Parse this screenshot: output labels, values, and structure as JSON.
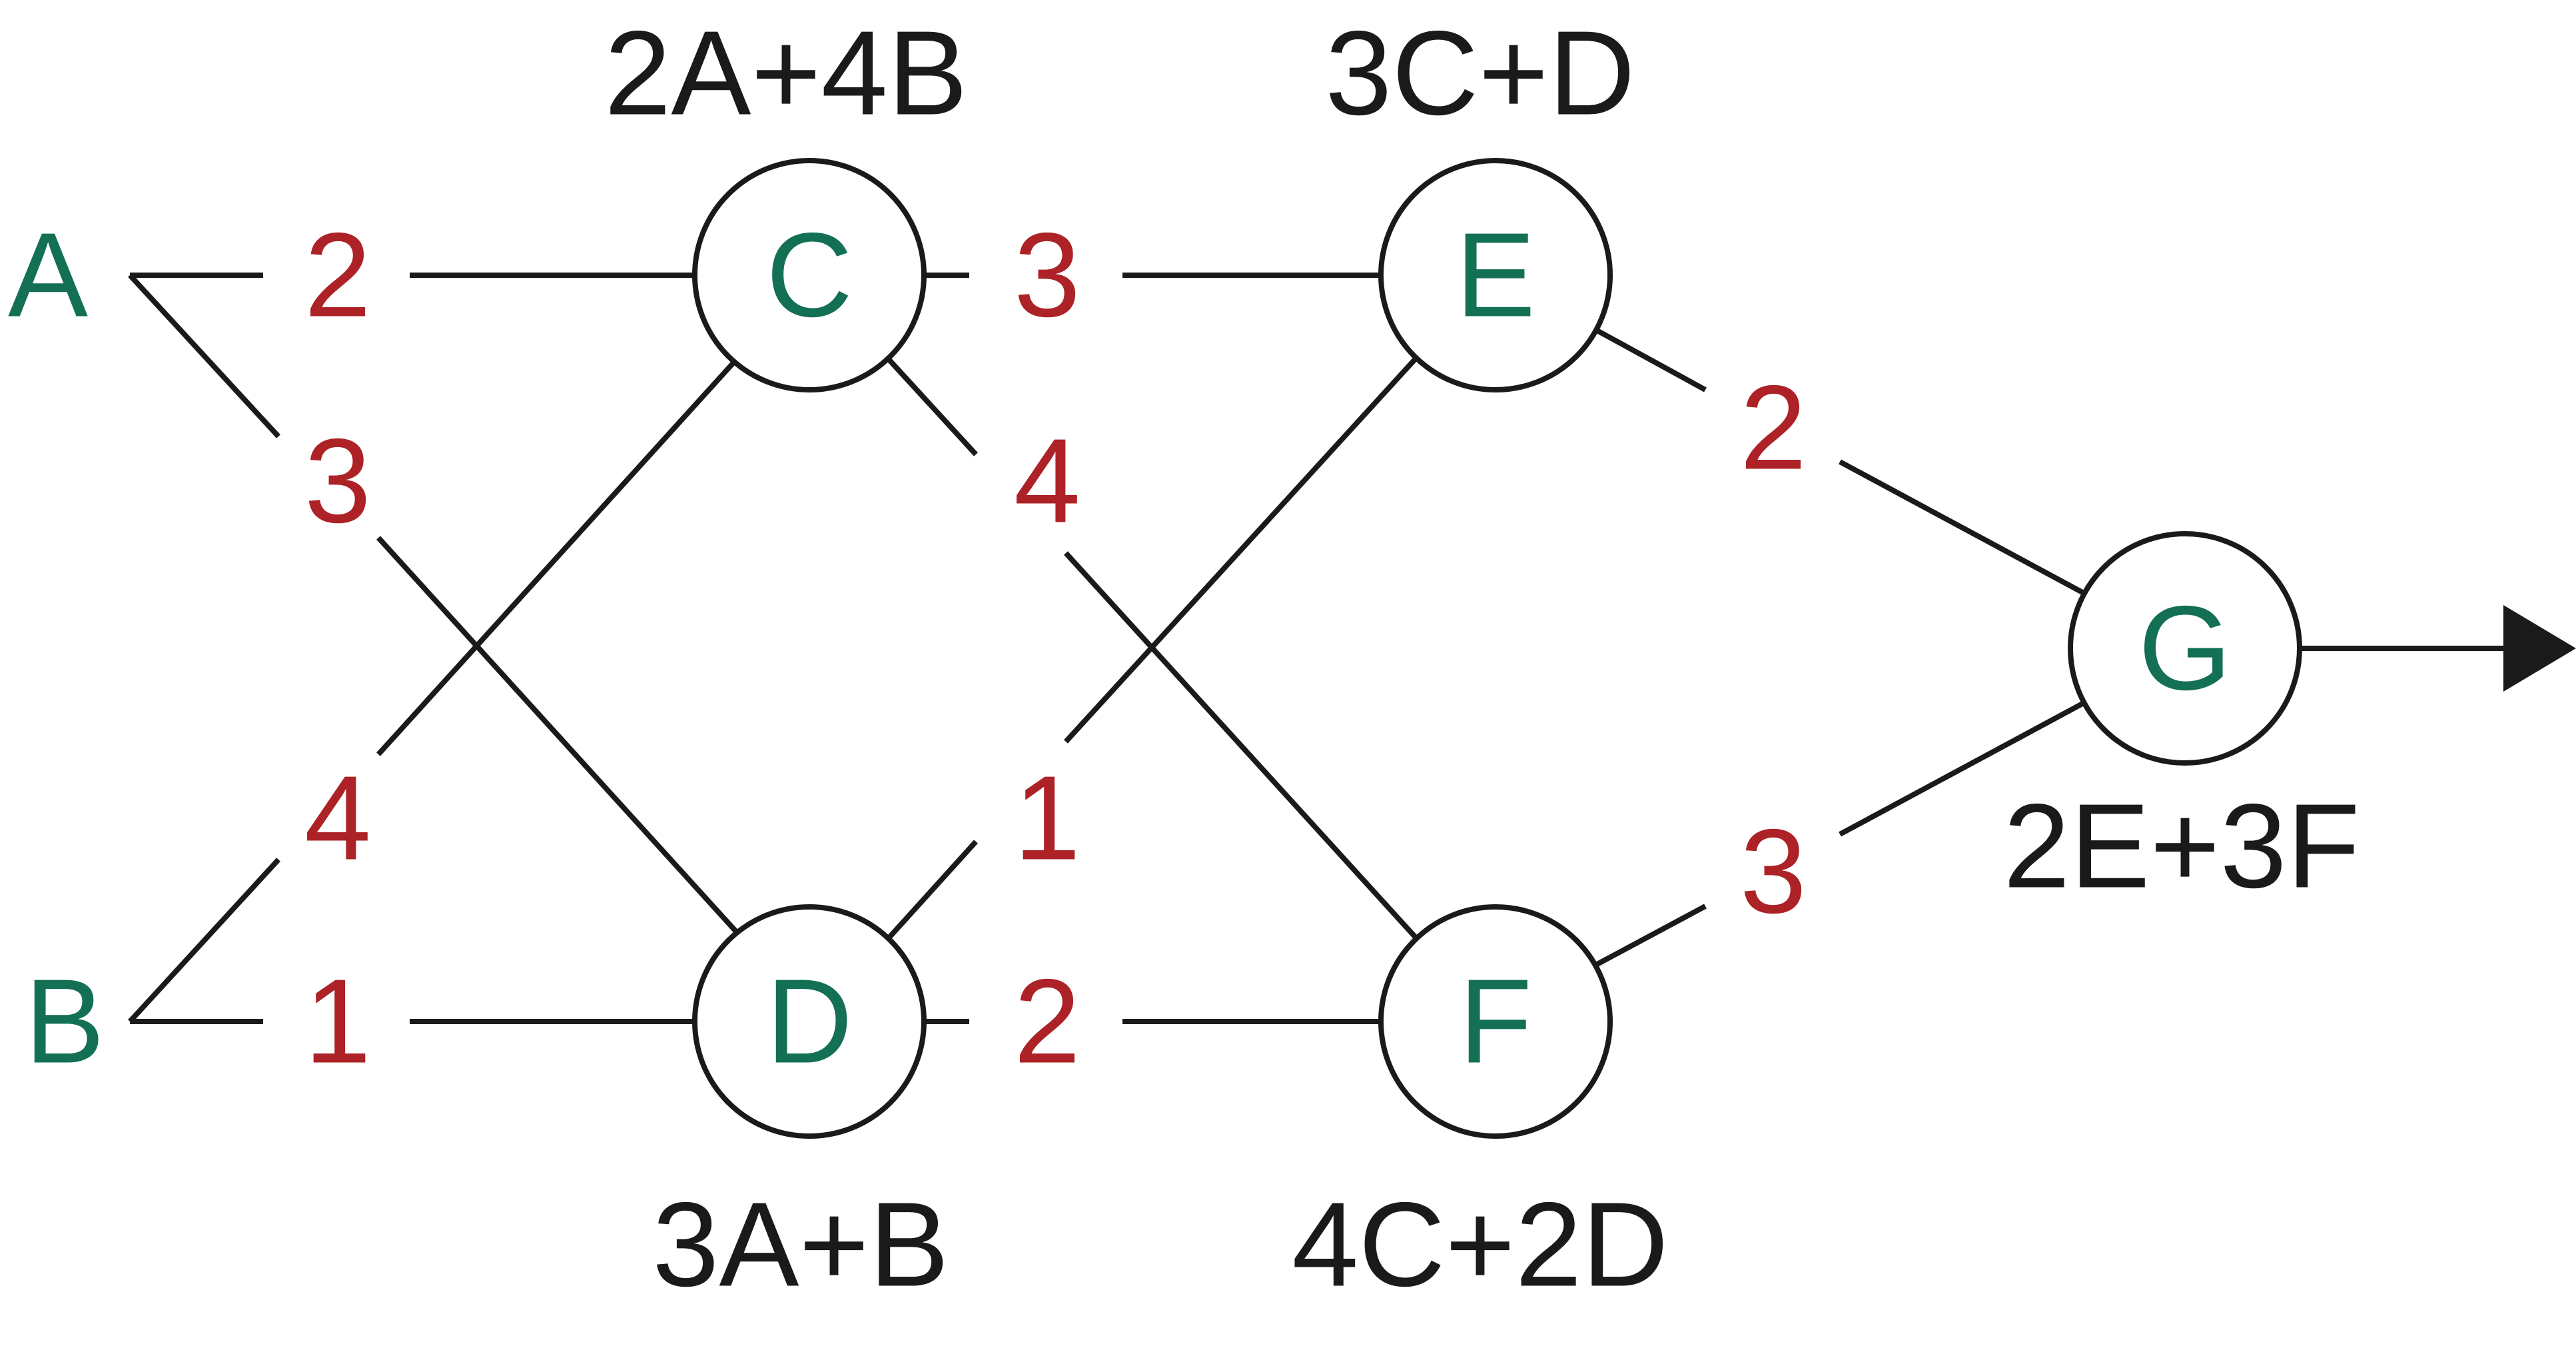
{
  "colors": {
    "node_label": "#137055",
    "coefficient": "#ac2226",
    "expression": "#1a1a1a",
    "line": "#1a1a1a"
  },
  "inputs": {
    "a": "A",
    "b": "B"
  },
  "nodes": {
    "c": {
      "label": "C",
      "expression": "2A+4B"
    },
    "d": {
      "label": "D",
      "expression": "3A+B"
    },
    "e": {
      "label": "E",
      "expression": "3C+D"
    },
    "f": {
      "label": "F",
      "expression": "4C+2D"
    },
    "g": {
      "label": "G",
      "expression": "2E+3F"
    }
  },
  "weights": {
    "a_to_c": "2",
    "a_to_d": "3",
    "b_to_c": "4",
    "b_to_d": "1",
    "c_to_e": "3",
    "c_to_f": "4",
    "d_to_e": "1",
    "d_to_f": "2",
    "e_to_g": "2",
    "f_to_g": "3"
  },
  "output_icon": "arrow-right-icon"
}
